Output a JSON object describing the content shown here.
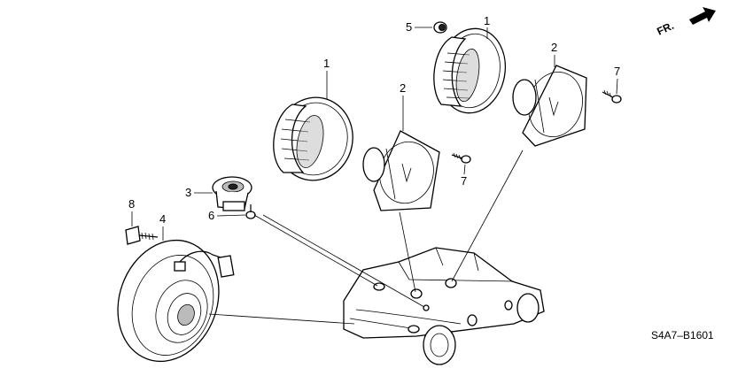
{
  "callouts": {
    "c1a": "1",
    "c1b": "1",
    "c2a": "2",
    "c2b": "2",
    "c3": "3",
    "c4": "4",
    "c5": "5",
    "c6": "6",
    "c7a": "7",
    "c7b": "7",
    "c8": "8"
  },
  "direction_label": "FR.",
  "diagram_code": "S4A7–B1601"
}
